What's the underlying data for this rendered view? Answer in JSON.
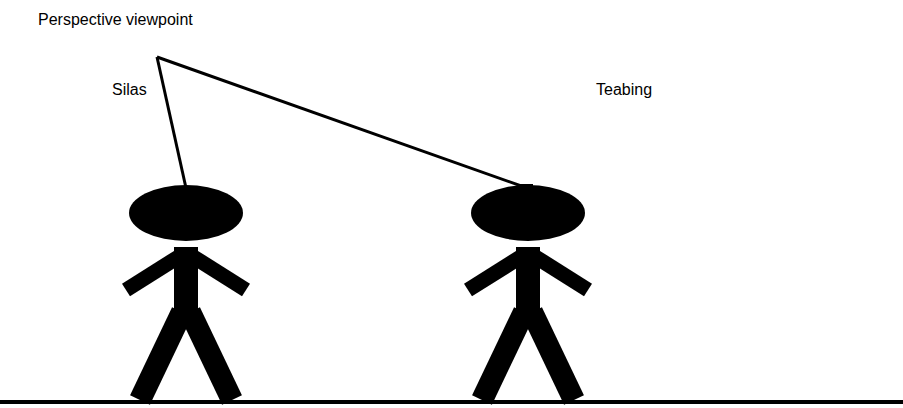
{
  "diagram": {
    "labels": [
      "Perspective viewpoint",
      "Silas",
      "Teabing"
    ]
  }
}
